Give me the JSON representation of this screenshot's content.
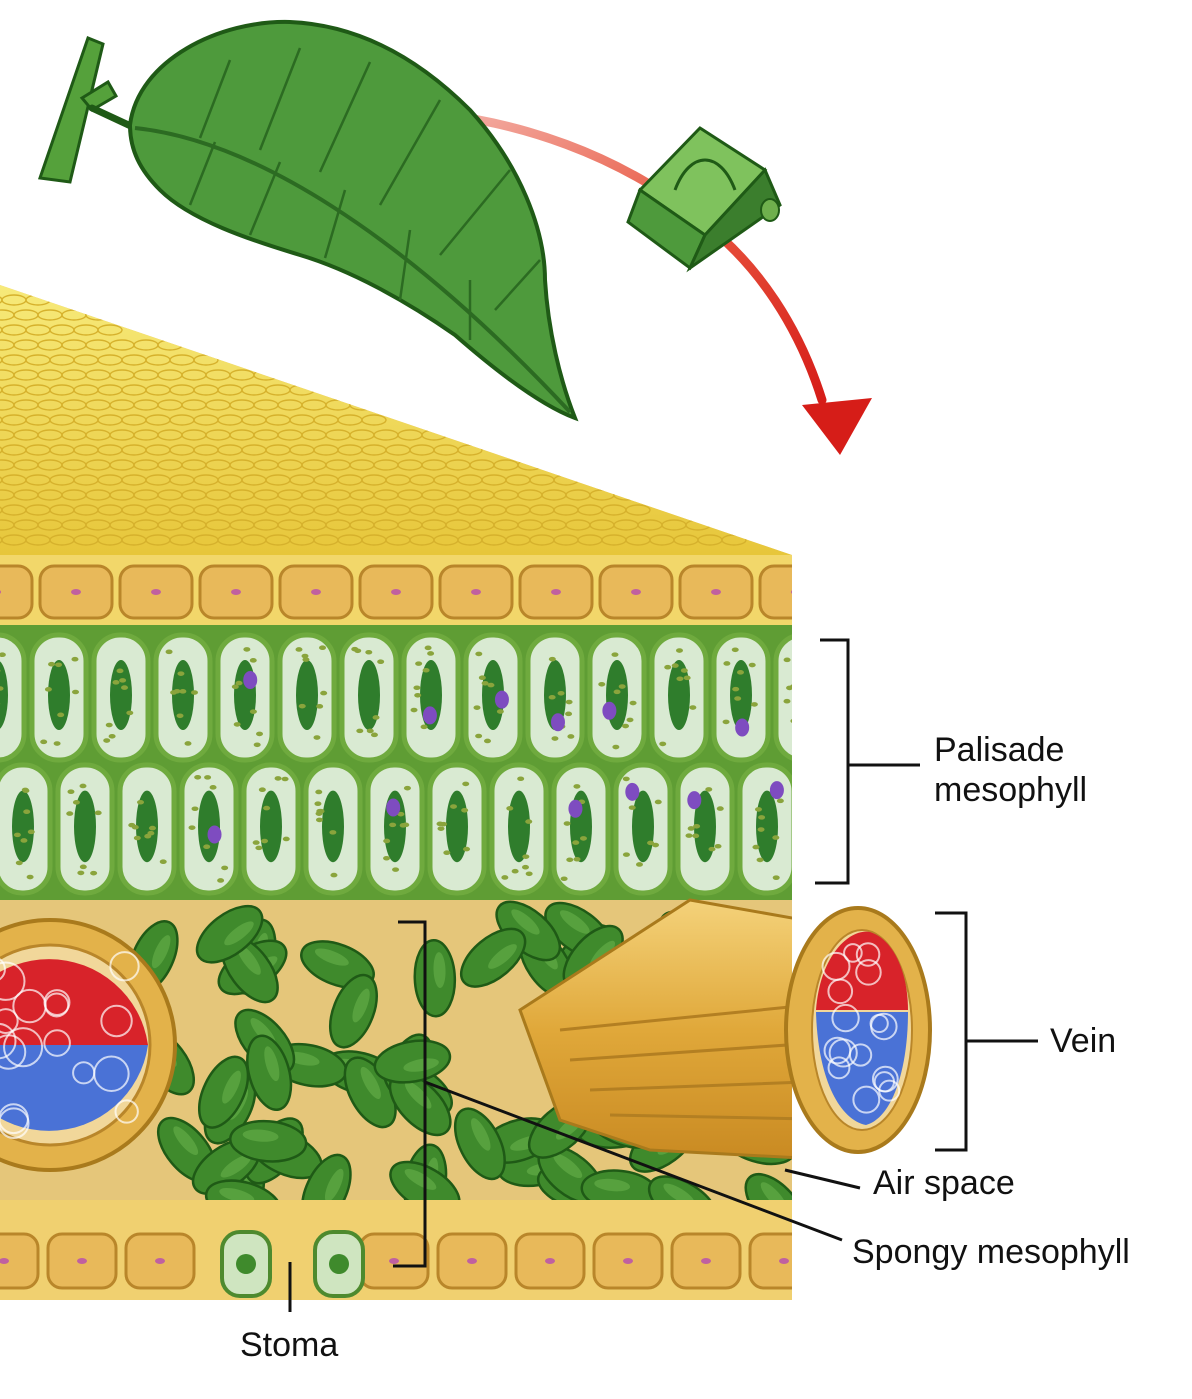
{
  "labels": {
    "palisade_line1": "Palisade",
    "palisade_line2": "mesophyll",
    "vein": "Vein",
    "air_space": "Air space",
    "spongy": "Spongy mesophyll",
    "stoma": "Stoma"
  },
  "colors": {
    "leaf_green": "#4e9a3c",
    "leaf_vein": "#2c6b22",
    "epidermis_yellow": "#f0d850",
    "epidermis_cell": "#e8b95a",
    "palisade_wall": "#6faa3e",
    "palisade_fill": "#d9ead2",
    "chloroplast": "#8aa43c",
    "vacuole": "#2f7d2c",
    "nucleus": "#7e4cc0",
    "spongy_cell": "#3f8a2c",
    "air_space": "#e5c67a",
    "vein_outer": "#e3b24a",
    "xylem": "#d8232a",
    "phloem": "#4a72d6",
    "arrow_red": "#d6201c",
    "label_line": "#111111"
  },
  "icons": [
    "leaf-icon",
    "leaf-sample-cube-icon",
    "curved-arrow-icon"
  ]
}
